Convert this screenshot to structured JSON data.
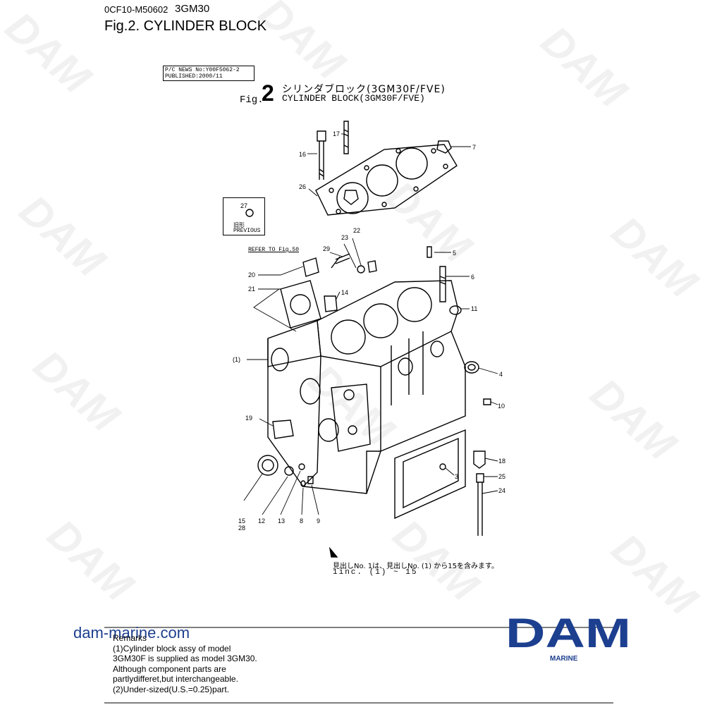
{
  "header": {
    "doc_code": "0CF10-M50602",
    "model": "3GM30",
    "figure_title": "Fig.2.  CYLINDER BLOCK"
  },
  "news_box": {
    "line1": "P/C NEWS No:Y00F5062-2",
    "line2": "PUBLISHED:2000/11"
  },
  "figure_heading": {
    "fig_word": "Fig.",
    "fig_number": "2",
    "title_jp": "シリンダブロック(3GM30F/FVE)",
    "title_en": "CYLINDER BLOCK(3GM30F/FVE)"
  },
  "previous_box": {
    "part": "27",
    "label_jp": "旧形",
    "label_en": "PREVIOUS"
  },
  "refer_note": "REFER TO Fig.50",
  "part_labels": {
    "p1": "(1)",
    "p3": "3",
    "p4": "4",
    "p5": "5",
    "p6": "6",
    "p7": "7",
    "p8": "8",
    "p9": "9",
    "p10": "10",
    "p11": "11",
    "p12": "12",
    "p13": "13",
    "p14": "14",
    "p15": "15",
    "p16": "16",
    "p17": "17",
    "p18": "18",
    "p19": "19",
    "p20": "20",
    "p21": "21",
    "p22": "22",
    "p23": "23",
    "p24": "24",
    "p25": "25",
    "p26": "26",
    "p28": "28",
    "p29": "29"
  },
  "footnote": {
    "jp": "見出しNo. 1は、見出しNo. (1) から15を含みます。",
    "en": "1inc. (1) ~ 15"
  },
  "footer": {
    "site": "dam-marine.com",
    "remarks": [
      "Remarks",
      "(1)Cylinder block assy of model",
      "3GM30F is supplied as model 3GM30.",
      "Although component parts are",
      "partlydifferet,but interchangeable.",
      "(2)Under-sized(U.S.=0.25)part."
    ],
    "brand_logo": "DAM",
    "brand_sub": "MARINE"
  },
  "watermark": "DAM",
  "colors": {
    "brand": "#1c3f8f",
    "watermark": "#bebebe"
  }
}
